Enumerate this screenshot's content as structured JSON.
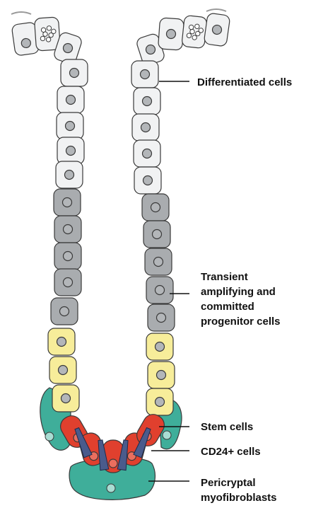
{
  "labels": {
    "differentiated": "Differentiated cells",
    "transient": "Transient\namplifying and\ncommitted\nprogenitor cells",
    "stem": "Stem cells",
    "cd24": "CD24+ cells",
    "pericryptal": "Pericryptal\nmyofibroblasts"
  },
  "colors": {
    "differentiated": "#f1f2f3",
    "transient": "#a9acaf",
    "progenitor": "#f7ed9a",
    "stem": "#e0402e",
    "cd24": "#4a5b8c",
    "myofibroblast": "#3fae9a",
    "myofibroblast_light": "#a9ddd3",
    "outline": "#3a3a3a"
  }
}
